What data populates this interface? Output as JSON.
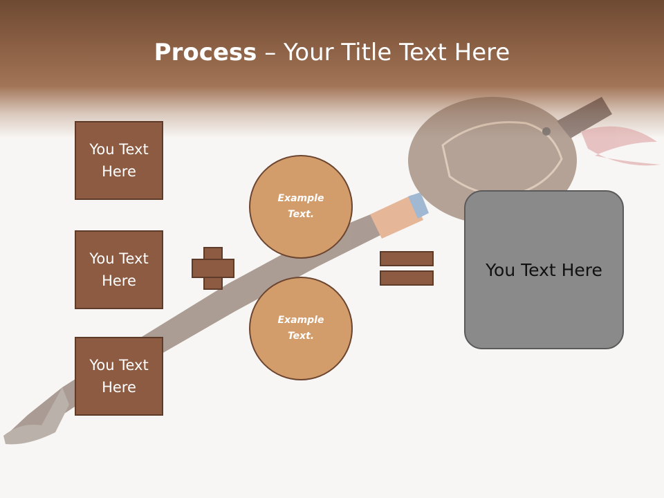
{
  "slide": {
    "title_bold": "Process",
    "title_separator": " – ",
    "title_rest": "Your Title Text Here"
  },
  "left_boxes": [
    {
      "line1": "You Text",
      "line2": "Here"
    },
    {
      "line1": "You Text",
      "line2": "Here"
    },
    {
      "line1": "You Text",
      "line2": "Here"
    }
  ],
  "circles": [
    {
      "line1": "Example",
      "line2": "Text."
    },
    {
      "line1": "Example",
      "line2": "Text."
    }
  ],
  "result": {
    "label": "You Text Here"
  },
  "colors": {
    "header_brown": "#8f6347",
    "box_fill": "#8c5b42",
    "box_border": "#5e3a28",
    "circle_fill": "#d29c6b",
    "result_fill": "#8a8a8a",
    "background": "#f8f6f4"
  }
}
